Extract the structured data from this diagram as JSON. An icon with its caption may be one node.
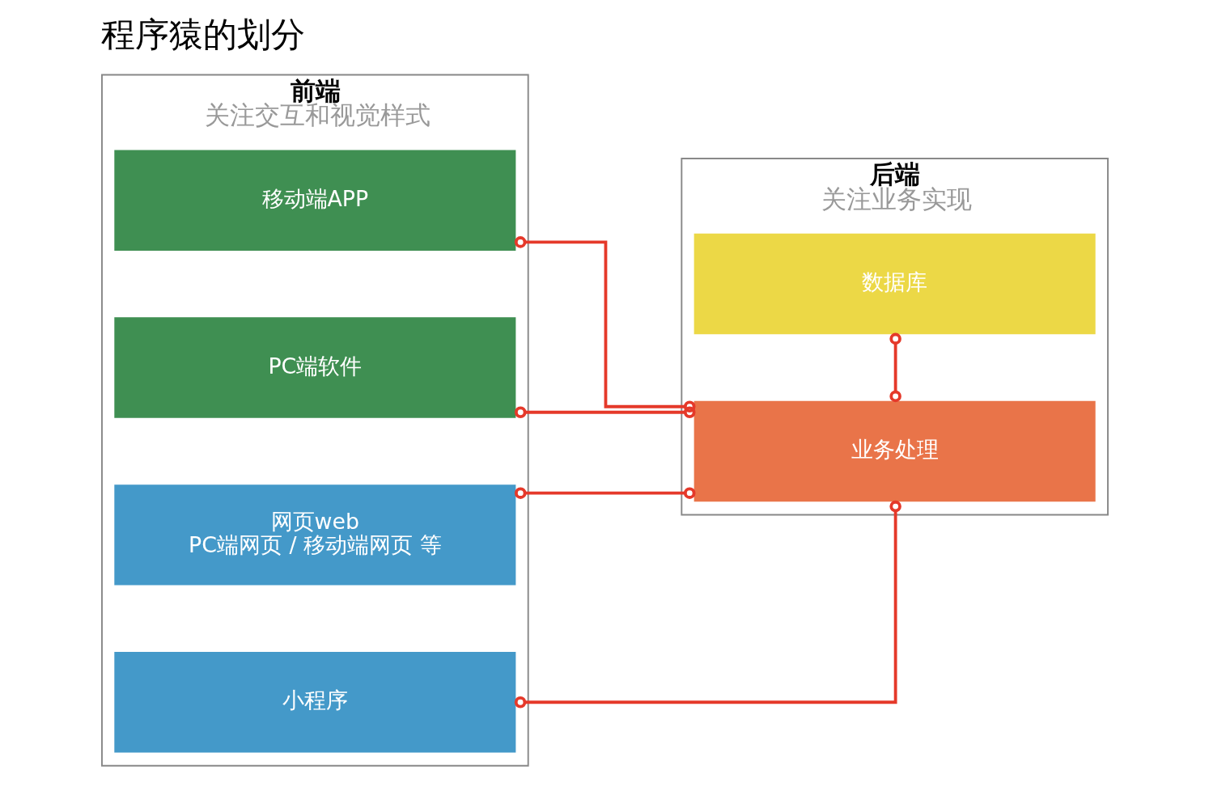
{
  "diagram": {
    "title": "程序猿的划分",
    "nodes": [
      {
        "text": [
          "前端",
          "关注交互和视觉样式"
        ]
      },
      {
        "text": [
          "移动端APP"
        ],
        "in": 0
      },
      {
        "text": [
          "PC端软件"
        ],
        "in": 0
      },
      {
        "text": [
          "网页web",
          "PC端网页 / 移动端网页 等"
        ],
        "in": 0
      },
      {
        "text": [
          "小程序"
        ],
        "in": 0
      },
      {
        "text": [
          "后端",
          "关注业务实现"
        ]
      },
      {
        "text": [
          "业务处理"
        ],
        "in": 5
      },
      {
        "text": [
          "数据库"
        ],
        "in": 5
      }
    ],
    "edges": [
      {
        "from": 1,
        "to": 6,
        "arrow": "other"
      },
      {
        "from": 2,
        "to": 6,
        "arrow": "other"
      },
      {
        "from": 3,
        "to": 6,
        "arrow": "other"
      },
      {
        "from": 4,
        "to": 6,
        "arrow": "other"
      },
      {
        "from": 6,
        "to": 7,
        "arrow": "other"
      }
    ]
  }
}
